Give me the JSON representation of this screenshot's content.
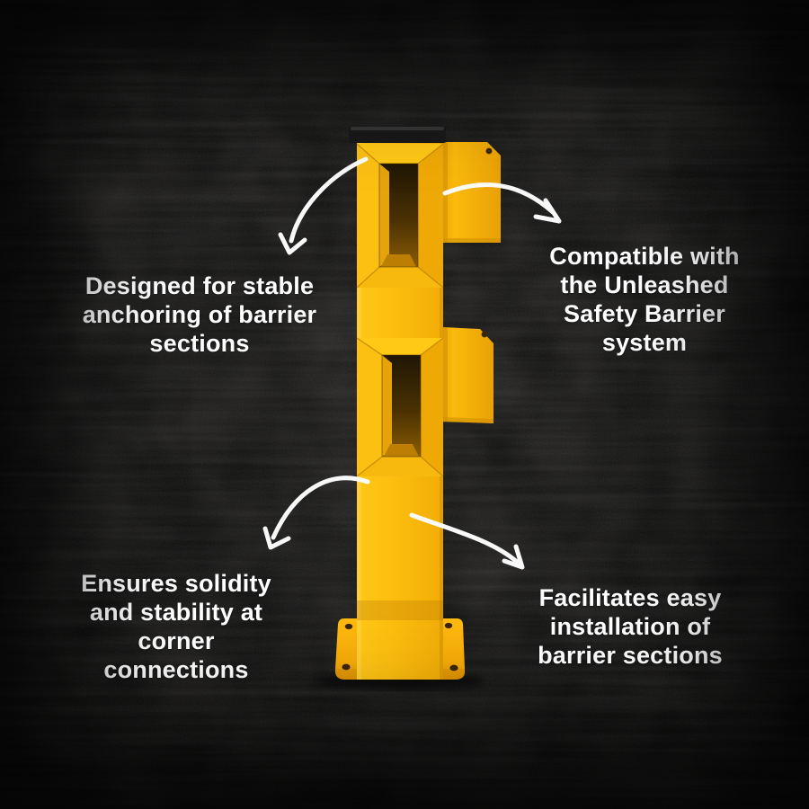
{
  "canvas": {
    "background_color": "#262524",
    "vignette_color": "#0E0E0E",
    "texture": "dark chalkboard with scratches"
  },
  "captions": {
    "top_left": "Designed for stable\nanchoring of barrier\nsections",
    "top_right": "Compatible with\nthe Unleashed\nSafety Barrier\nsystem",
    "bottom_left": "Ensures solidity\nand stability at\ncorner\nconnections",
    "bottom_right": "Facilitates easy\ninstallation of\nbarrier sections"
  },
  "caption_color": "#FFFFFF",
  "arrows": {
    "color": "#FFFFFF",
    "style": "hand-drawn curved with open V head",
    "items": [
      "top-left",
      "top-right",
      "bottom-left",
      "bottom-right"
    ]
  },
  "product": {
    "depicted": "yellow safety barrier corner post",
    "parts": [
      "top-cap",
      "post-body",
      "rail-pocket-top",
      "rail-pocket-bottom",
      "side-bracket-top",
      "side-bracket-bottom",
      "base-plate",
      "bolt-holes"
    ],
    "colors": {
      "body_yellow": "#FCBD0E",
      "highlight_yellow": "#FFCA1C",
      "shade_orange": "#EFA907",
      "deep_orange": "#C98C03",
      "pocket_interior_dark": "#241905",
      "cap_black": "#191919"
    }
  }
}
